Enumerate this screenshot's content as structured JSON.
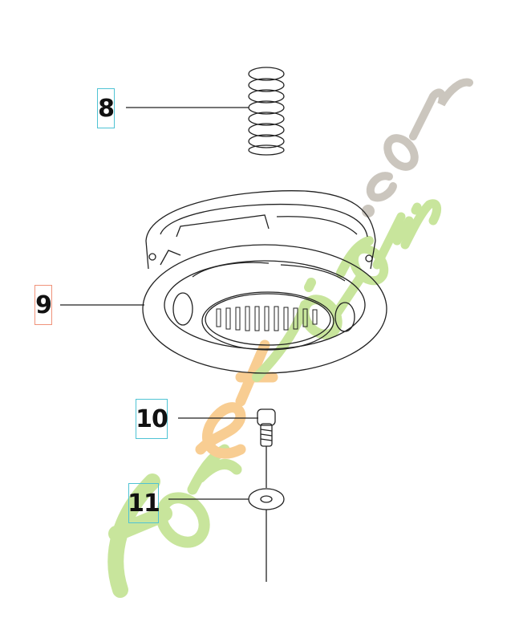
{
  "diagram": {
    "type": "exploded-parts-diagram",
    "callouts": [
      {
        "id": "8",
        "label": "8",
        "part": "spring",
        "border_color": "#4fc3d4"
      },
      {
        "id": "9",
        "label": "9",
        "part": "spool / trimmer head housing",
        "border_color": "#f0937a"
      },
      {
        "id": "10",
        "label": "10",
        "part": "screw",
        "border_color": "#4fc3d4"
      },
      {
        "id": "11",
        "label": "11",
        "part": "washer",
        "border_color": "#4fc3d4"
      }
    ]
  },
  "watermark": {
    "text_main": "foretjardin",
    "text_suffix": ".com",
    "colors": {
      "main": "#c5e39a",
      "accent": "#f8c98a",
      "suffix": "#c9c4bc"
    }
  }
}
